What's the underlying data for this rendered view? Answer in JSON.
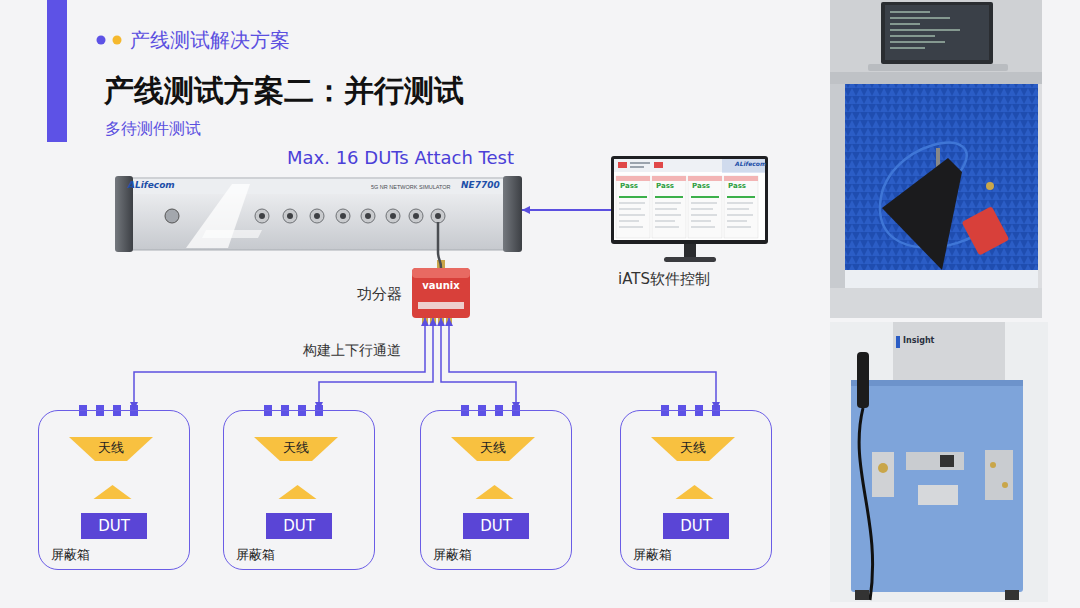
{
  "diagram": {
    "title": "产线测试方案二：并行测试",
    "nodes": [
      {
        "text": [
          "ALifecom",
          "5G NR NETWORK SIMULATOR",
          "NE7700"
        ]
      },
      {
        "text": [
          "ALifecom",
          "Pass",
          "Pass",
          "Pass",
          "Pass",
          "iATS软件控制"
        ]
      },
      {
        "text": [
          "vaunix",
          "功分器"
        ]
      },
      {
        "text": [
          "屏蔽箱"
        ]
      },
      {
        "text": [
          "天线"
        ],
        "in": 3
      },
      {
        "text": [
          "DUT"
        ],
        "in": 3
      },
      {
        "text": [
          "屏蔽箱"
        ]
      },
      {
        "text": [
          "天线"
        ],
        "in": 6
      },
      {
        "text": [
          "DUT"
        ],
        "in": 6
      },
      {
        "text": [
          "屏蔽箱"
        ]
      },
      {
        "text": [
          "天线"
        ],
        "in": 9
      },
      {
        "text": [
          "DUT"
        ],
        "in": 9
      },
      {
        "text": [
          "屏蔽箱"
        ]
      },
      {
        "text": [
          "天线"
        ],
        "in": 12
      },
      {
        "text": [
          "DUT"
        ],
        "in": 12
      }
    ],
    "edges": [
      {
        "from": 1,
        "to": 0,
        "arrow": "to"
      },
      {
        "from": 0,
        "to": 2,
        "arrow": "none"
      },
      {
        "from": 2,
        "to": 3,
        "arrow": "both"
      },
      {
        "from": 2,
        "to": 6,
        "arrow": "both"
      },
      {
        "from": 2,
        "to": 9,
        "arrow": "both"
      },
      {
        "from": 2,
        "to": 12,
        "arrow": "both"
      },
      {
        "from": 5,
        "to": 4,
        "arrow": "to"
      },
      {
        "from": 8,
        "to": 7,
        "arrow": "to"
      },
      {
        "from": 11,
        "to": 10,
        "arrow": "to"
      },
      {
        "from": 14,
        "to": 13,
        "arrow": "to"
      }
    ],
    "labels": [
      "产线测试解决方案",
      "多待测件测试",
      "Max. 16 DUTs Attach Test",
      "构建上下行通道",
      "Insight"
    ]
  }
}
